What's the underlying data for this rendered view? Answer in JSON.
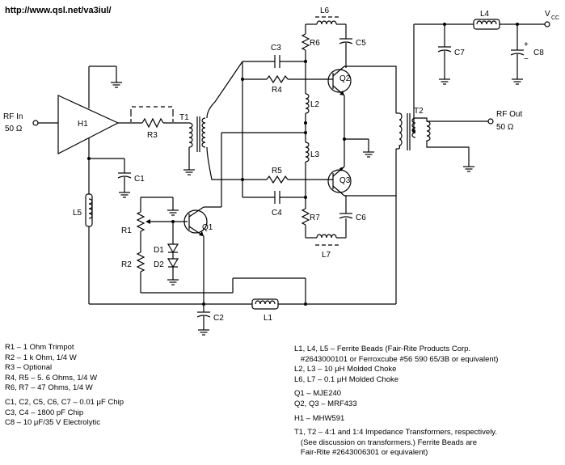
{
  "header": {
    "url": "http://www.qsl.net/va3iul/"
  },
  "labels": {
    "rf_in": "RF In",
    "rf_in_z": "50 Ω",
    "rf_out": "RF Out",
    "rf_out_z": "50 Ω",
    "vcc": "V",
    "vcc_sub": "CC",
    "H1": "H1",
    "R1": "R1",
    "R2": "R2",
    "R3": "R3",
    "R4": "R4",
    "R5": "R5",
    "R6": "R6",
    "R7": "R7",
    "C1": "C1",
    "C2": "C2",
    "C3": "C3",
    "C4": "C4",
    "C5": "C5",
    "C6": "C6",
    "C7": "C7",
    "C8": "C8",
    "L1": "L1",
    "L2": "L2",
    "L3": "L3",
    "L4": "L4",
    "L5": "L5",
    "L6": "L6",
    "L7": "L7",
    "T1": "T1",
    "T2": "T2",
    "Q1": "Q1",
    "Q2": "Q2",
    "Q3": "Q3",
    "D1": "D1",
    "D2": "D2",
    "plus": "+",
    "minus": "−"
  },
  "notes_left": [
    "R1 – 1 Ohm Trimpot",
    "R2 – 1 k Ohm, 1/4 W",
    "R3 – Optional",
    "R4, R5 – 5. 6 Ohms, 1/4 W",
    "R6, R7 – 47 Ohms, 1/4 W",
    "C1, C2, C5, C6, C7 – 0.01 μF Chip",
    "C3, C4 – 1800 pF Chip",
    "C8 – 10 μF/35 V Electrolytic"
  ],
  "notes_right": [
    "L1, L4, L5 – Ferrite Beads (Fair-Rite Products Corp.",
    "   #2643000101 or Ferroxcube #56 590 65/3B or equivalent)",
    "L2, L3 – 10 μH Molded Choke",
    "L6, L7 – 0.1 μH Molded Choke",
    "Q1 – MJE240",
    "Q2, Q3 – MRF433",
    "H1 – MHW591",
    "T1, T2 – 4:1 and 1:4 Impedance Transformers, respectively.",
    "   (See discussion on transformers.) Ferrite Beads are",
    "   Fair-Rite #2643006301 or equivalent)"
  ]
}
